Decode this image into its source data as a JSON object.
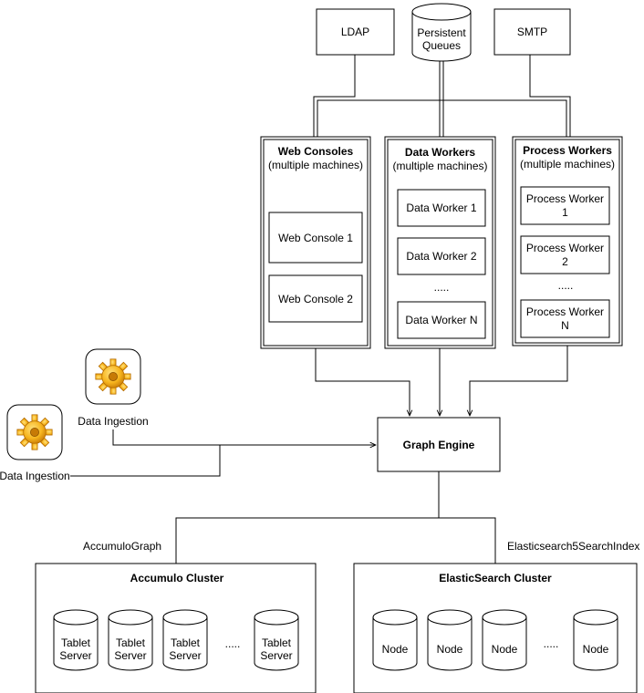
{
  "top": {
    "ldap": "LDAP",
    "queues_line1": "Persistent",
    "queues_line2": "Queues",
    "smtp": "SMTP"
  },
  "web": {
    "title": "Web Consoles",
    "subtitle": "(multiple machines)",
    "items": [
      "Web Console 1",
      "Web Console 2"
    ]
  },
  "data_workers": {
    "title": "Data Workers",
    "subtitle": "(multiple machines)",
    "items": [
      "Data Worker 1",
      "Data Worker 2",
      "Data Worker N"
    ],
    "ellipsis": "....."
  },
  "process_workers": {
    "title": "Process Workers",
    "subtitle": "(multiple machines)",
    "items": [
      {
        "line1": "Process Worker",
        "line2": "1"
      },
      {
        "line1": "Process Worker",
        "line2": "2"
      },
      {
        "line1": "Process Worker",
        "line2": "N"
      }
    ],
    "ellipsis": "....."
  },
  "ingestion": [
    "Data Ingestion",
    "Data Ingestion"
  ],
  "graph_engine": "Graph Engine",
  "edges": {
    "left": "AccumuloGraph",
    "right": "Elasticsearch5SearchIndex"
  },
  "accumulo": {
    "title": "Accumulo Cluster",
    "server_line1": "Tablet",
    "server_line2": "Server",
    "ellipsis": "....."
  },
  "elastic": {
    "title": "ElasticSearch Cluster",
    "node": "Node",
    "ellipsis": "....."
  },
  "colors": {
    "gear_light": "#ffe07a",
    "gear_mid": "#f7b51e",
    "gear_dark": "#c77a06"
  }
}
